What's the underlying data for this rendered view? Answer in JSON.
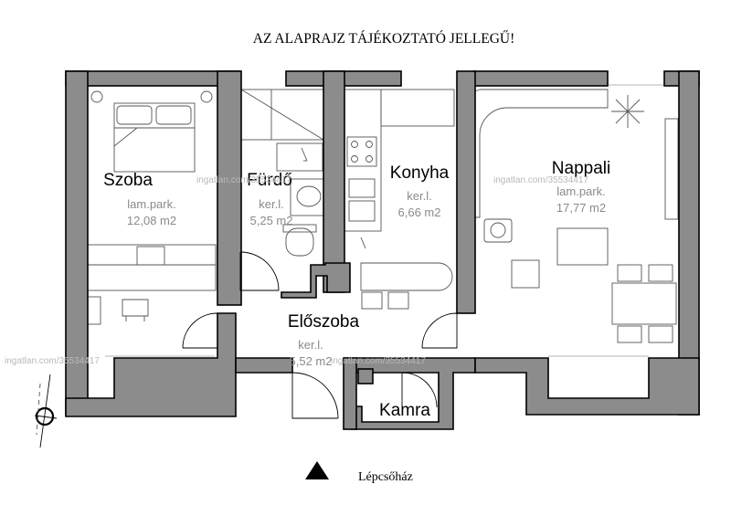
{
  "header": {
    "disclaimer": "AZ ALAPRAJZ TÁJÉKOZTATÓ JELLEGŰ!"
  },
  "rooms": [
    {
      "name": "Szoba",
      "floor": "lam.park.",
      "area": "12,08 m2"
    },
    {
      "name": "Fürdő",
      "floor": "ker.l.",
      "area": "5,25 m2"
    },
    {
      "name": "Konyha",
      "floor": "ker.l.",
      "area": "6,66 m2"
    },
    {
      "name": "Nappali",
      "floor": "lam.park.",
      "area": "17,77 m2"
    },
    {
      "name": "Előszoba",
      "floor": "ker.l.",
      "area": "5,52 m2"
    },
    {
      "name": "Kamra"
    }
  ],
  "entrance": {
    "label": "Lépcsőház"
  },
  "watermark": {
    "site": "ingatlan.com/35534417"
  }
}
